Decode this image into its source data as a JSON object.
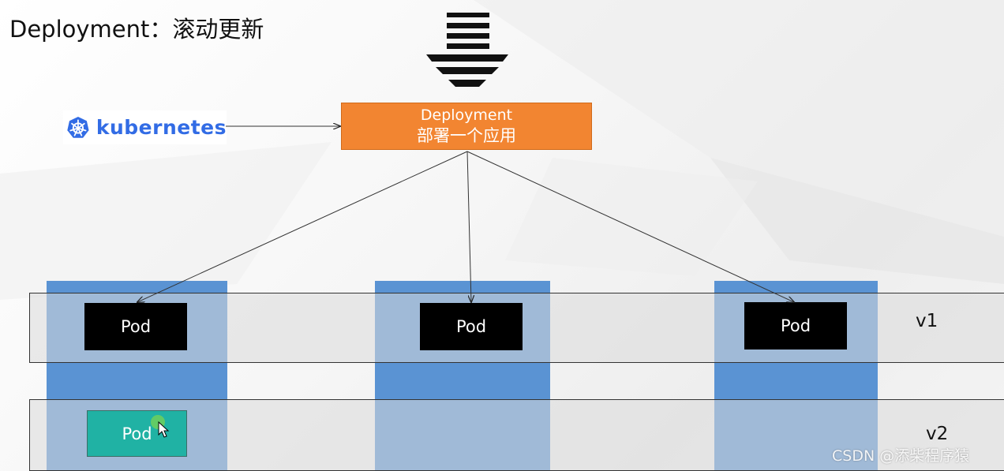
{
  "title": "Deployment：滚动更新",
  "logo": {
    "text": "kubernetes",
    "brand_color": "#326ce5"
  },
  "deployment": {
    "name": "Deployment",
    "subtitle": "部署一个应用",
    "color": "#f28531"
  },
  "pods_v1": [
    {
      "label": "Pod"
    },
    {
      "label": "Pod"
    },
    {
      "label": "Pod"
    }
  ],
  "pods_v2": [
    {
      "label": "Pod",
      "color": "#20b2a4"
    }
  ],
  "versions": {
    "v1": "v1",
    "v2": "v2"
  },
  "watermark": "CSDN @添柴程序猿",
  "icons": [
    "down-arrow-stack-icon",
    "kubernetes-wheel-icon",
    "mouse-cursor-icon"
  ]
}
